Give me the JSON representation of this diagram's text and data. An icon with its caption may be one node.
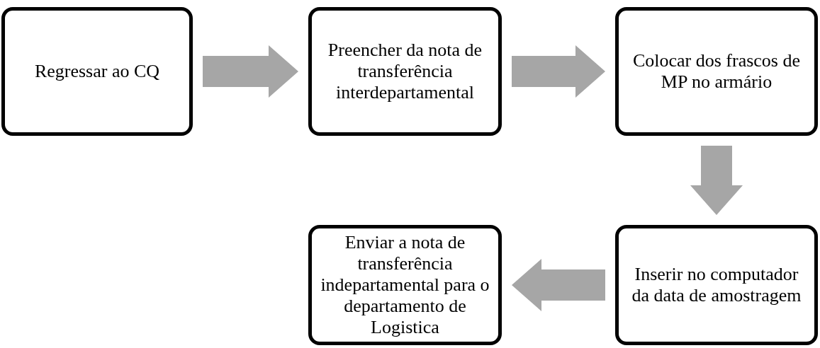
{
  "diagram": {
    "nodes": [
      {
        "text": [
          "Regressar ao CQ"
        ]
      },
      {
        "text": [
          "Preencher da nota de transferência interdepartamental"
        ]
      },
      {
        "text": [
          "Colocar dos frascos de MP no armário"
        ]
      },
      {
        "text": [
          "Inserir no computador da data de amostragem"
        ]
      },
      {
        "text": [
          "Enviar a nota de transferência indepartamental para o departamento de Logistica"
        ]
      }
    ],
    "edges": [
      {
        "from": 0,
        "to": 1,
        "arrow": "to"
      },
      {
        "from": 1,
        "to": 2,
        "arrow": "to"
      },
      {
        "from": 2,
        "to": 3,
        "arrow": "to"
      },
      {
        "from": 3,
        "to": 4,
        "arrow": "to"
      }
    ]
  }
}
